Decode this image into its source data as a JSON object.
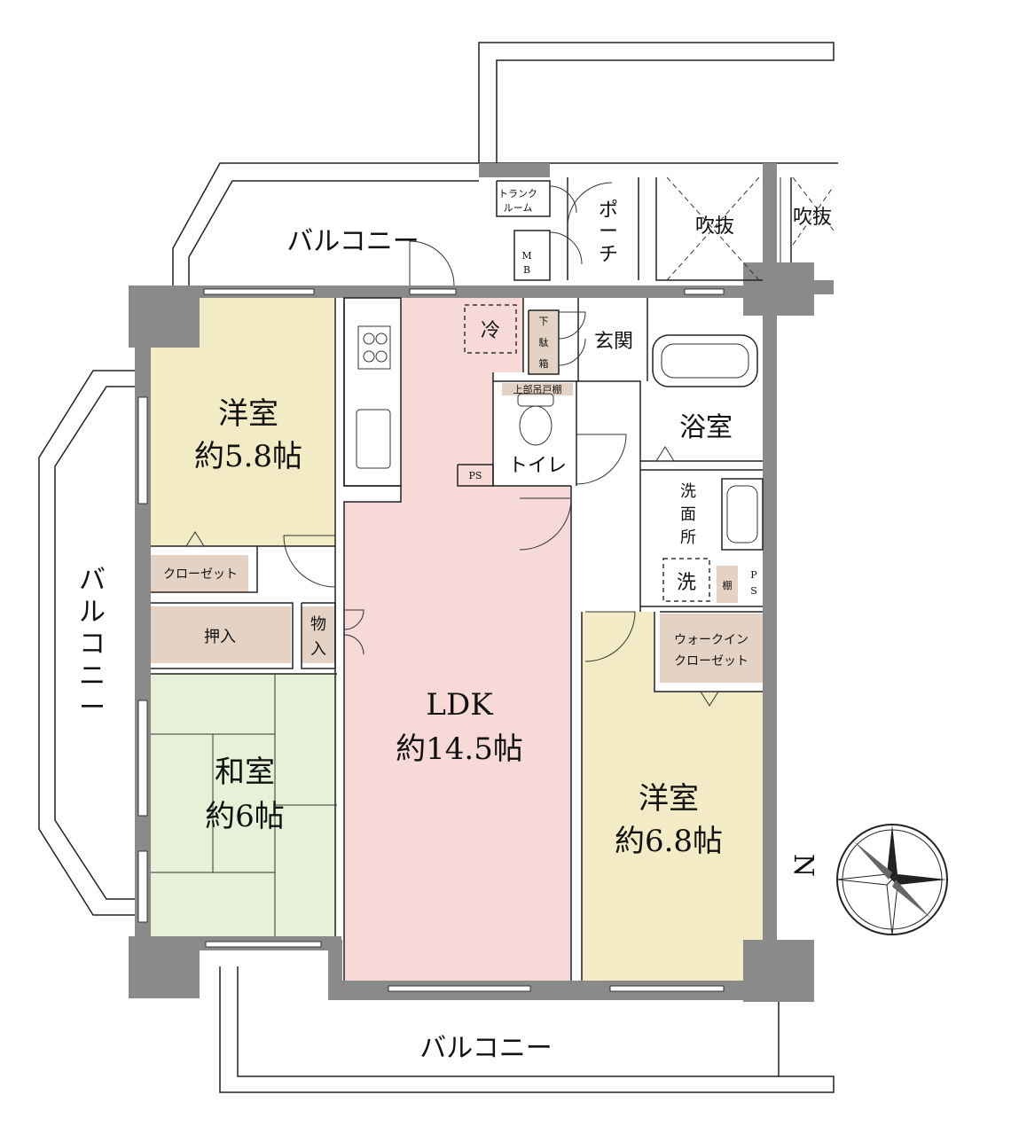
{
  "colors": {
    "western_room": "#f2ebc6",
    "ldk": "#f7d9d8",
    "japanese_room": "#e7f1d7",
    "storage": "#e4d3c5",
    "wall": "#8a8a8a"
  },
  "rooms": {
    "western1_name": "洋室",
    "western1_size": "約5.8帖",
    "ldk_name": "LDK",
    "ldk_size": "約14.5帖",
    "japanese_name": "和室",
    "japanese_size": "約6帖",
    "western2_name": "洋室",
    "western2_size": "約6.8帖"
  },
  "labels": {
    "balcony": "バルコニー",
    "balcony_left": [
      "バ",
      "ル",
      "コ",
      "ニ",
      "ー"
    ],
    "trunk_room": [
      "トランク",
      "ルーム"
    ],
    "porch": [
      "ポ",
      "ー",
      "チ"
    ],
    "fukinuke": "吹抜",
    "mb": [
      "M",
      "B"
    ],
    "fridge": "冷",
    "shoebox": [
      "下",
      "駄",
      "箱"
    ],
    "entrance": "玄関",
    "upper_shelf": "上部吊戸棚",
    "toilet": "トイレ",
    "ps": "PS",
    "ps_vertical": [
      "P",
      "S"
    ],
    "bathroom": "浴室",
    "washroom": [
      "洗",
      "面",
      "所"
    ],
    "washer": "洗",
    "shelf": "棚",
    "closet": "クローゼット",
    "oshiire": "押入",
    "storage": [
      "物",
      "入"
    ],
    "walkin_closet": [
      "ウォークイン",
      "クローゼット"
    ],
    "north": "N"
  }
}
